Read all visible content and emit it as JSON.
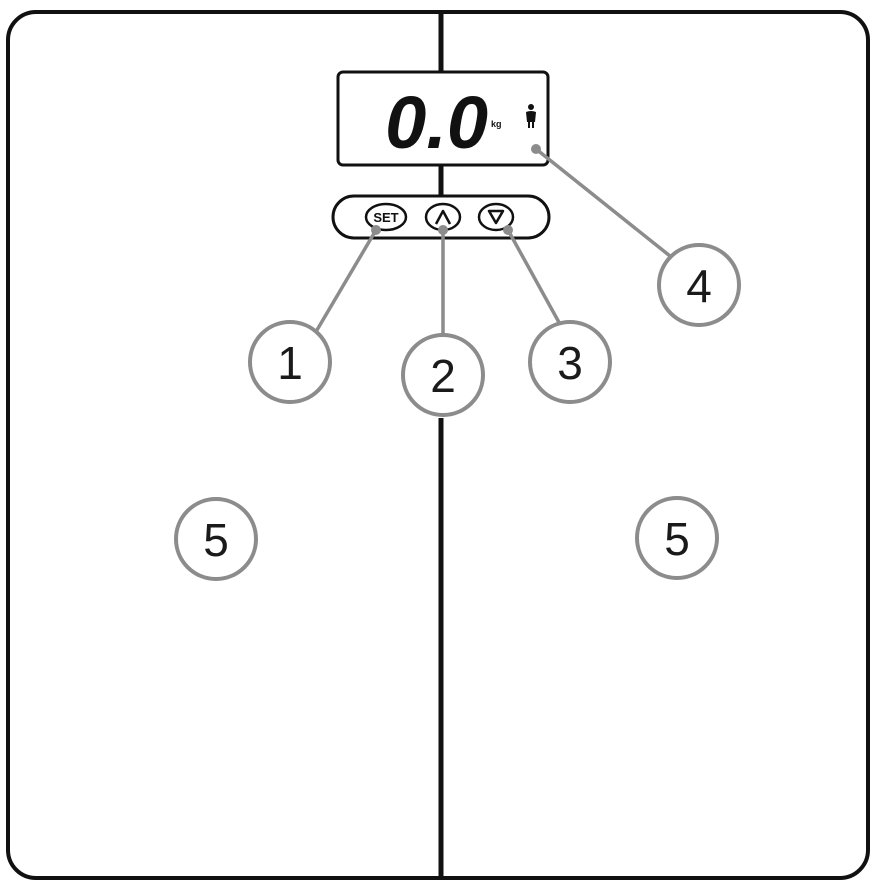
{
  "display": {
    "reading": "0.0",
    "unit": "kg",
    "person_icon": "person-icon"
  },
  "buttons": {
    "set_label": "SET",
    "up_icon": "up-arrow-icon",
    "down_icon": "down-arrow-icon"
  },
  "callouts": {
    "c1": "1",
    "c2": "2",
    "c3": "3",
    "c4": "4",
    "c5_left": "5",
    "c5_right": "5"
  },
  "colors": {
    "outline": "#111111",
    "leader": "#8c8c8c",
    "callout_ring": "#8c8c8c"
  }
}
